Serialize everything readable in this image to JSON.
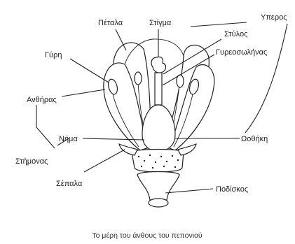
{
  "labels": {
    "petals": "Πέταλα",
    "stigma": "Στίγμα",
    "pistil": "Υπερος",
    "style": "Στύλος",
    "pollen": "Γύρη",
    "pollen_tube": "Γυρεοσωλήνας",
    "anther": "Ανθήρας",
    "filament": "Νήμα",
    "ovary": "Ωοθήκη",
    "stamen": "Στήμονας",
    "sepals": "Σέπαλα",
    "pedicel": "Ποδίσκος"
  },
  "caption": "Το μέρη του άνθους του πεπονιού"
}
